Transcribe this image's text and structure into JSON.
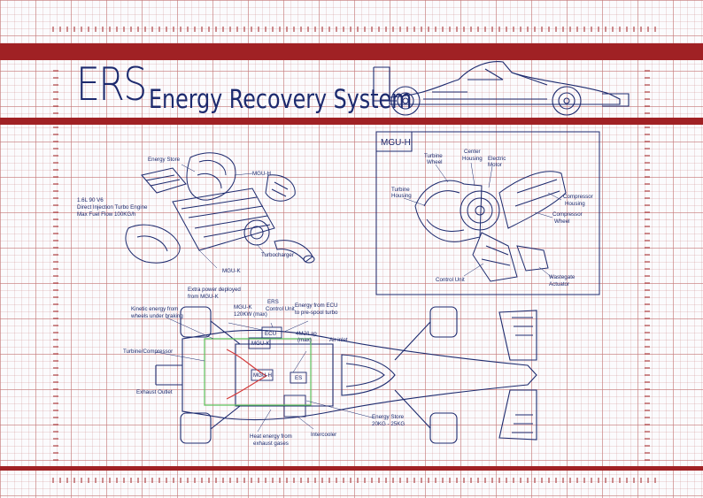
{
  "header": {
    "title": "ERS",
    "subtitle": "Energy Recovery System"
  },
  "engine_labels": {
    "energy_store": "Energy Store",
    "mgu_h": "MGU-H",
    "engine_spec_1": "1.6L 90 V6",
    "engine_spec_2": "Direct Injection Turbo Engine",
    "engine_spec_3": "Max Fuel Flow 100KG/h",
    "mgu_k": "MGU-K",
    "turbocharger": "Turbocharger"
  },
  "mguh_panel": {
    "title": "MGU-H",
    "turbine_wheel": [
      "Turbine",
      "Wheel"
    ],
    "center_housing": [
      "Center",
      "Housing"
    ],
    "electric_motor": [
      "Electric",
      "Motor"
    ],
    "turbine_housing": [
      "Turbine",
      "Housing"
    ],
    "compressor_housing": [
      "Compressor",
      "Housing"
    ],
    "compressor_wheel": [
      "Compressor",
      "Wheel"
    ],
    "control_unit": "Control Unit",
    "wastegate_actuator": [
      "Wastegate",
      "Actuator"
    ]
  },
  "car_labels": {
    "extra_power": [
      "Extra power deployed",
      "from MGU-K"
    ],
    "kinetic_energy": [
      "Kinetic energy from",
      "wheels under braking"
    ],
    "mguk_power": [
      "MGU-K",
      "120KW (max)"
    ],
    "ers_control": [
      "ERS",
      "Control Unit"
    ],
    "energy_ecu": [
      "Energy from ECU",
      "to pre-spool turbo"
    ],
    "mguh_power": [
      "4MJ/Lap",
      "(max)"
    ],
    "air_inlet": "Air inlet",
    "turbine_compressor": "Turbine/Compressor",
    "exhaust_outlet": "Exhaust Outlet",
    "ecu_box": "ECU",
    "mguk_box": "MGU-K",
    "mguh_box": "MGU-H",
    "es_box": "ES",
    "heat_energy": [
      "Heat energy from",
      "exhaust gases"
    ],
    "intercooler": "Intercooler",
    "energy_store": [
      "Energy Store",
      "20KG - 25KG"
    ]
  },
  "colors": {
    "ink": "#1d2a6e",
    "band": "#a02124",
    "grid": "#c47878",
    "flow_green": "#5cc15c",
    "flow_red": "#d43a3a"
  }
}
